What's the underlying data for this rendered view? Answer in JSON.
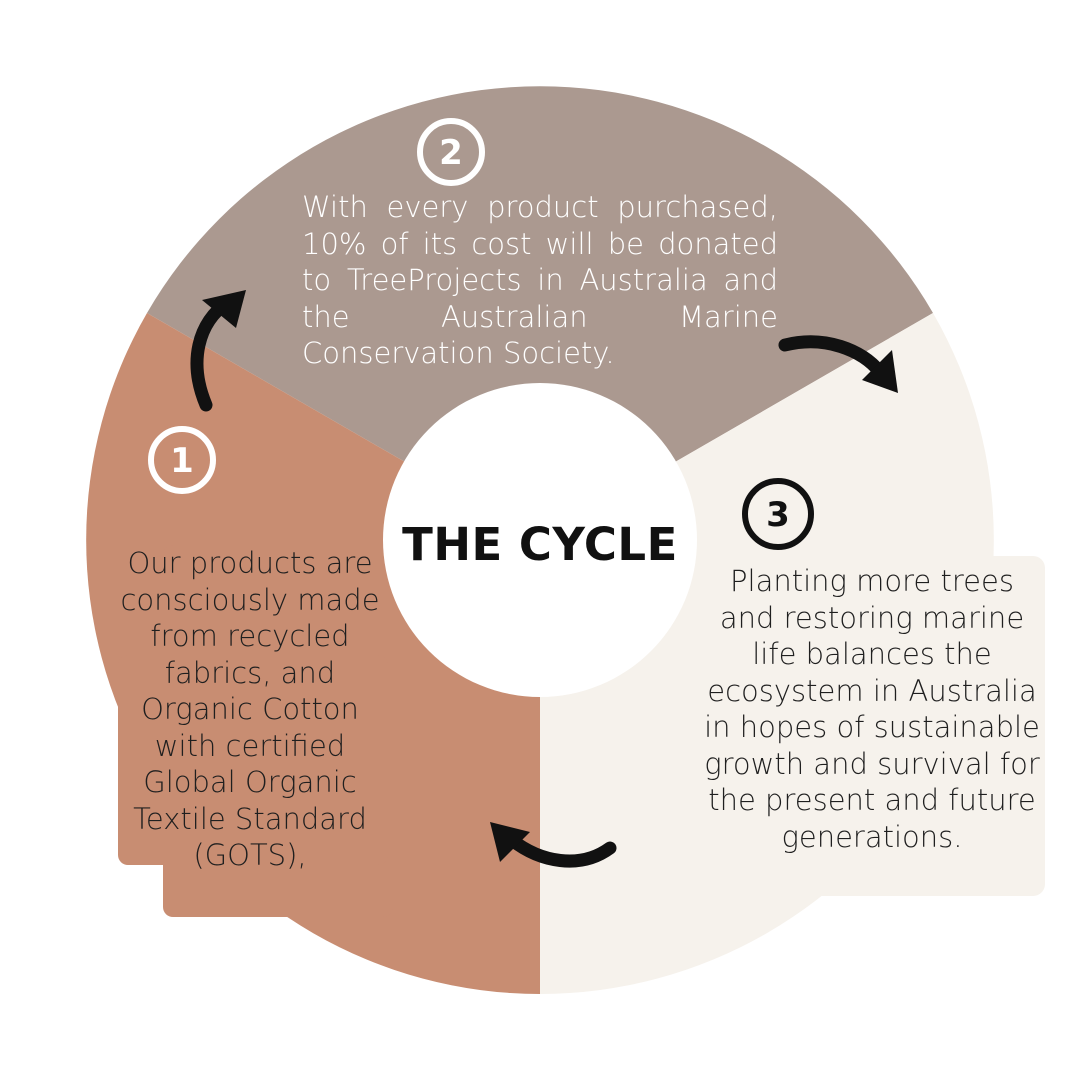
{
  "title": "THE CYCLE",
  "steps": [
    {
      "number": "1",
      "text": "Our products are consciously made from recycled fabrics, and Organic Cotton with certified Global Organic Textile Standard (GOTS),"
    },
    {
      "number": "2",
      "text": "With every product purchased, 10% of its cost will be donated to TreeProjects in Australia and the Australian Marine Conservation Society."
    },
    {
      "number": "3",
      "text": "Planting more trees and restoring marine life balances the ecosystem in Australia in hopes of sustainable growth and survival for the present and future generations."
    }
  ],
  "colors": {
    "step1_segment": "#c88d72",
    "step2_segment": "#ab9990",
    "step3_segment": "#f6f2ec",
    "center": "#ffffff",
    "arrow": "#111111",
    "text_dark": "#1f1f1f",
    "text_light": "#ffffff"
  }
}
